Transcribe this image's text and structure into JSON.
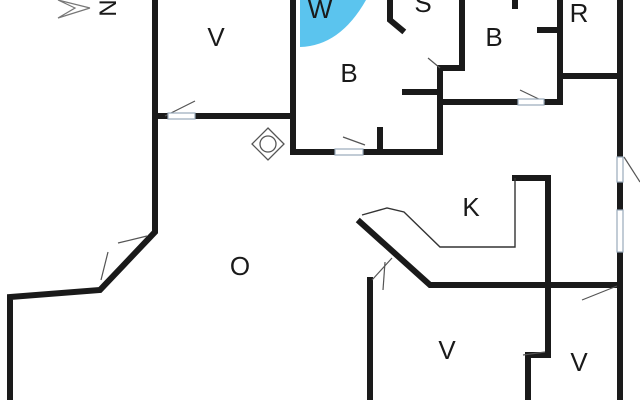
{
  "compass": {
    "letter": "N"
  },
  "rooms": {
    "whirlpool": "W",
    "sauna": "S",
    "bath_center": "B",
    "bath_right": "B",
    "room_right": "R",
    "bedroom_top_left": "V",
    "living": "O",
    "kitchen": "K",
    "bedroom_bottom": "V",
    "bedroom_bottom_right": "V"
  },
  "colors": {
    "wall": "#1a1a1a",
    "whirlpool": "#5bc4ee",
    "background": "#ffffff"
  }
}
